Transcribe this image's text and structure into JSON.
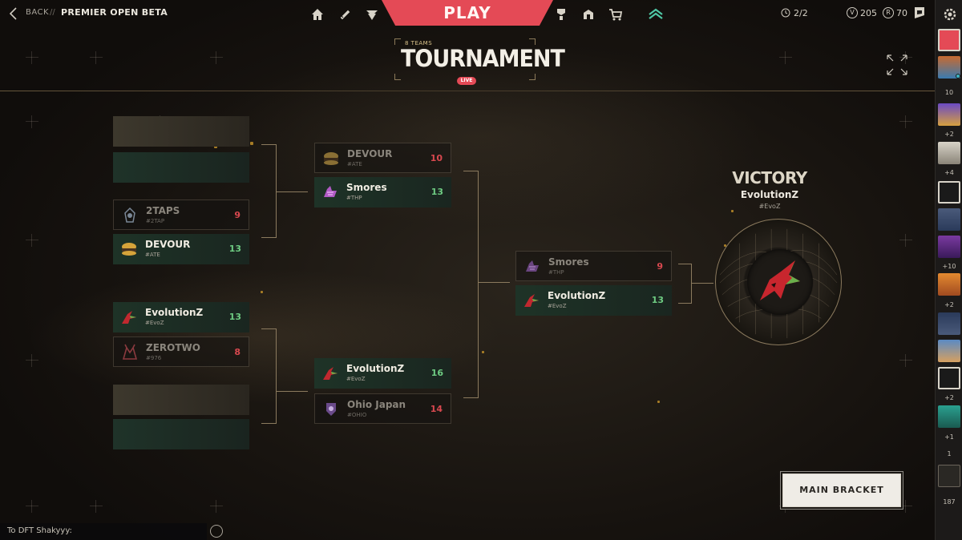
{
  "topbar": {
    "back_label": "BACK",
    "separator": "//",
    "breadcrumb": "PREMIER OPEN BETA",
    "play_label": "PLAY",
    "queue_count": "2/2",
    "vp_amount": "205",
    "rp_amount": "70",
    "rp_symbol": "R",
    "nav_icons": [
      "home-icon",
      "career-icon",
      "agents-icon",
      "collection-icon",
      "battlepass-icon",
      "store-icon",
      "premier-icon"
    ]
  },
  "header": {
    "subtitle": "8 TEAMS",
    "title": "TOURNAMENT",
    "live_badge": "LIVE"
  },
  "bracket": {
    "quarterfinals": [
      {
        "name": "2TAPS",
        "tag": "#2TAP",
        "score": "9",
        "result": "loser"
      },
      {
        "name": "DEVOUR",
        "tag": "#ATE",
        "score": "13",
        "result": "winner"
      },
      {
        "name": "EvolutionZ",
        "tag": "#EvoZ",
        "score": "13",
        "result": "winner"
      },
      {
        "name": "ZEROTWO",
        "tag": "#976",
        "score": "8",
        "result": "loser"
      }
    ],
    "semifinals": [
      {
        "name": "DEVOUR",
        "tag": "#ATE",
        "score": "10",
        "result": "loser"
      },
      {
        "name": "Smores",
        "tag": "#THP",
        "score": "13",
        "result": "winner"
      },
      {
        "name": "EvolutionZ",
        "tag": "#EvoZ",
        "score": "16",
        "result": "winner"
      },
      {
        "name": "Ohio Japan",
        "tag": "#OHIO",
        "score": "14",
        "result": "loser"
      }
    ],
    "final": [
      {
        "name": "Smores",
        "tag": "#THP",
        "score": "9",
        "result": "loser"
      },
      {
        "name": "EvolutionZ",
        "tag": "#EvoZ",
        "score": "13",
        "result": "winner"
      }
    ]
  },
  "victory": {
    "label": "VICTORY",
    "team": "EvolutionZ",
    "tag": "#EvoZ"
  },
  "main_bracket_label": "MAIN BRACKET",
  "chat": {
    "placeholder": "To DFT Shakyyy:"
  },
  "sidebar": {
    "counts": [
      "10",
      "+2",
      "+4",
      "+10",
      "+2",
      "+2",
      "+1",
      "1",
      "187"
    ]
  },
  "colors": {
    "accent_red": "#e44a56",
    "winner_green": "#6ecb82",
    "loser_red": "#d8484f",
    "bracket_line": "#8b7a5e"
  }
}
